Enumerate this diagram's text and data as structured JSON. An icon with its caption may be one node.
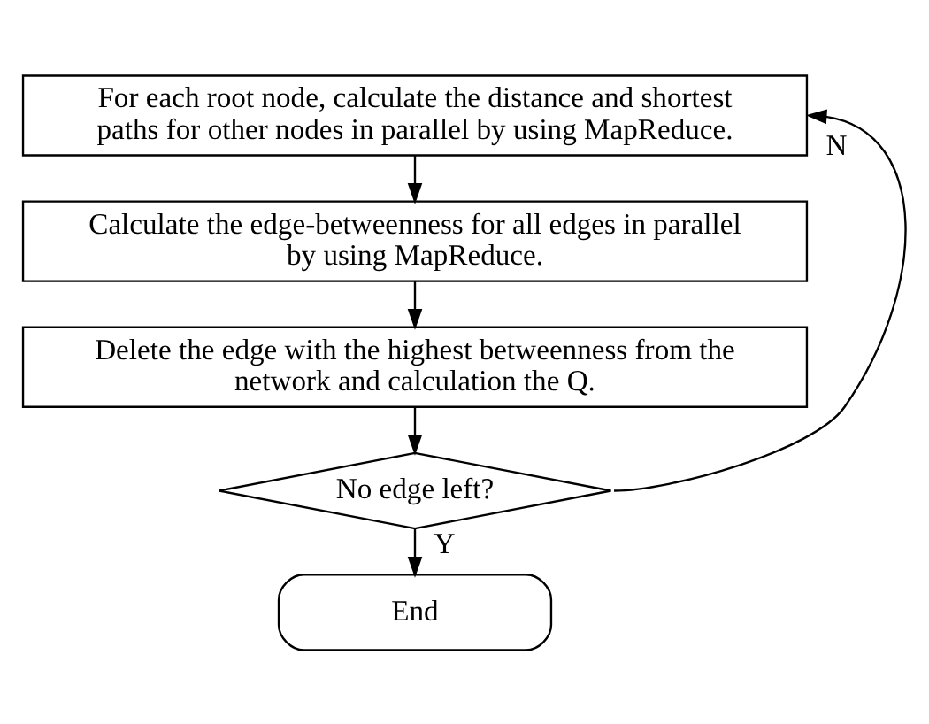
{
  "diagram": {
    "nodes": [
      {
        "text": [
          "For each root node, calculate the distance and shortest paths for other nodes in parallel by using MapReduce."
        ]
      },
      {
        "text": [
          "Calculate the edge-betweenness for all edges in parallel by using MapReduce."
        ]
      },
      {
        "text": [
          "Delete the edge with the highest betweenness from the network and calculation the Q."
        ]
      },
      {
        "text": [
          "No edge left?"
        ]
      },
      {
        "text": [
          "End"
        ]
      }
    ],
    "edges": [
      {
        "from": 0,
        "to": 1,
        "arrow": "to"
      },
      {
        "from": 1,
        "to": 2,
        "arrow": "to"
      },
      {
        "from": 2,
        "to": 3,
        "arrow": "to"
      },
      {
        "from": 3,
        "to": 4,
        "arrow": "to",
        "label": "Y"
      },
      {
        "from": 3,
        "to": 0,
        "arrow": "to",
        "label": "N"
      }
    ]
  }
}
